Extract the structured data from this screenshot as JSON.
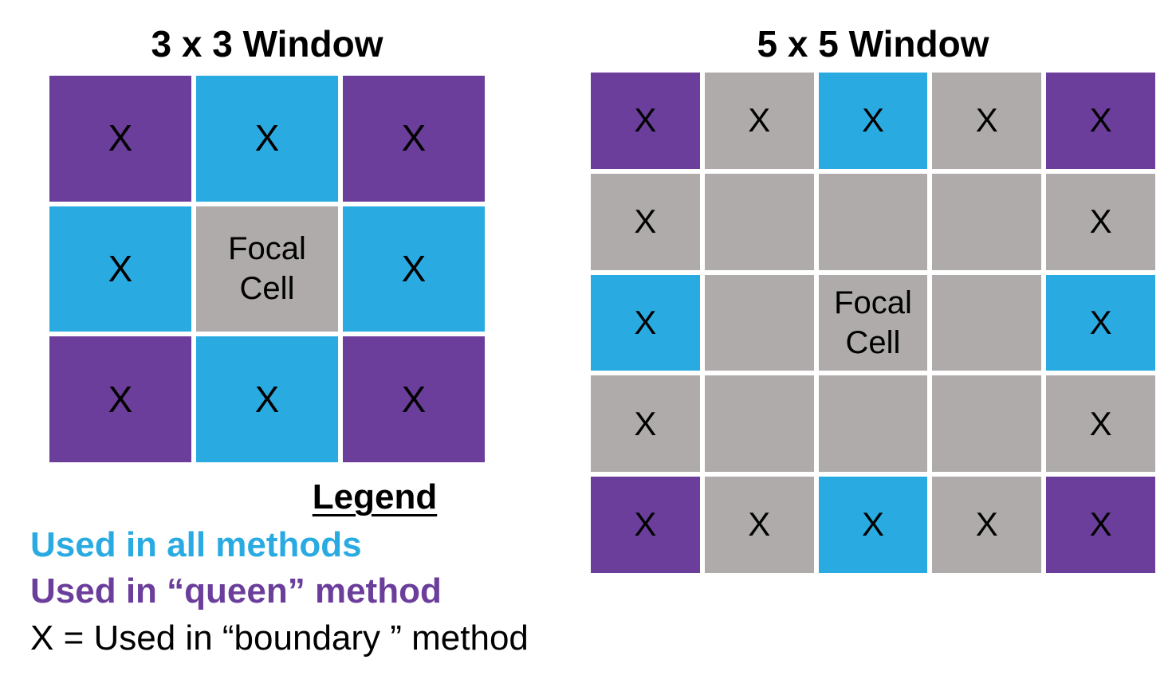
{
  "colors": {
    "blue": "#29ABE2",
    "purple": "#6B3E9B",
    "gray": "#AFABAB",
    "black": "#000000"
  },
  "windows": [
    {
      "title": "3 x 3 Window",
      "size": 3,
      "cells": [
        {
          "color": "purple",
          "label": "X"
        },
        {
          "color": "blue",
          "label": "X"
        },
        {
          "color": "purple",
          "label": "X"
        },
        {
          "color": "blue",
          "label": "X"
        },
        {
          "color": "gray",
          "label": "Focal\nCell",
          "focal": true
        },
        {
          "color": "blue",
          "label": "X"
        },
        {
          "color": "purple",
          "label": "X"
        },
        {
          "color": "blue",
          "label": "X"
        },
        {
          "color": "purple",
          "label": "X"
        }
      ]
    },
    {
      "title": "5 x 5 Window",
      "size": 5,
      "cells": [
        {
          "color": "purple",
          "label": "X"
        },
        {
          "color": "gray",
          "label": "X"
        },
        {
          "color": "blue",
          "label": "X"
        },
        {
          "color": "gray",
          "label": "X"
        },
        {
          "color": "purple",
          "label": "X"
        },
        {
          "color": "gray",
          "label": "X"
        },
        {
          "color": "gray",
          "label": ""
        },
        {
          "color": "gray",
          "label": ""
        },
        {
          "color": "gray",
          "label": ""
        },
        {
          "color": "gray",
          "label": "X"
        },
        {
          "color": "blue",
          "label": "X"
        },
        {
          "color": "gray",
          "label": ""
        },
        {
          "color": "gray",
          "label": "Focal\nCell",
          "focal": true
        },
        {
          "color": "gray",
          "label": ""
        },
        {
          "color": "blue",
          "label": "X"
        },
        {
          "color": "gray",
          "label": "X"
        },
        {
          "color": "gray",
          "label": ""
        },
        {
          "color": "gray",
          "label": ""
        },
        {
          "color": "gray",
          "label": ""
        },
        {
          "color": "gray",
          "label": "X"
        },
        {
          "color": "purple",
          "label": "X"
        },
        {
          "color": "gray",
          "label": "X"
        },
        {
          "color": "blue",
          "label": "X"
        },
        {
          "color": "gray",
          "label": "X"
        },
        {
          "color": "purple",
          "label": "X"
        }
      ]
    }
  ],
  "legend": {
    "title": "Legend",
    "items": [
      {
        "label": "Used in all methods",
        "color_key": "blue"
      },
      {
        "label": "Used in “queen” method",
        "color_key": "purple"
      },
      {
        "label": "X = Used in “boundary ” method",
        "color_key": "black"
      }
    ]
  }
}
